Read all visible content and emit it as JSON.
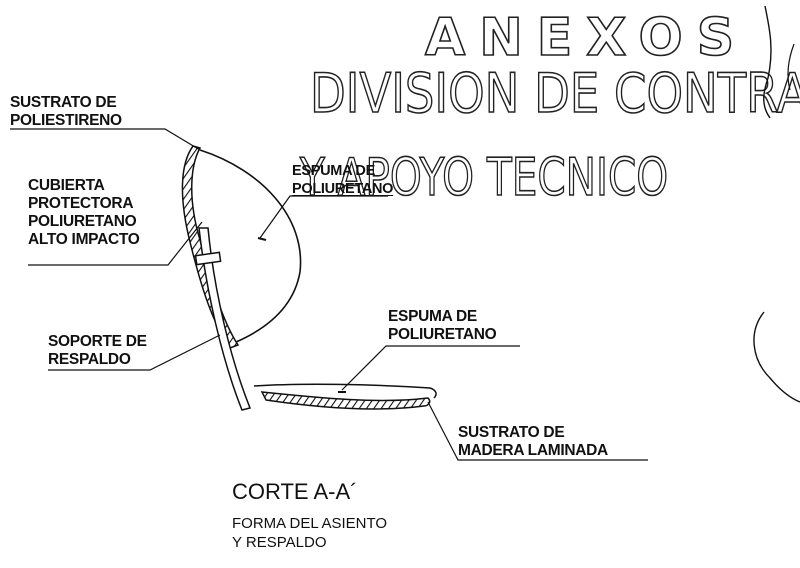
{
  "stamp": {
    "title": "ANEXOS",
    "line1": "DIVISION DE CONTRATO",
    "line2": "Y APOYO TECNICO"
  },
  "labels": {
    "sustrato_poliestireno": [
      "SUSTRATO DE",
      "POLIESTIRENO"
    ],
    "espuma_respaldo": [
      "ESPUMA DE",
      "POLIURETANO"
    ],
    "cubierta": [
      "CUBIERTA",
      "PROTECTORA",
      "POLIURETANO",
      "ALTO IMPACTO"
    ],
    "soporte": [
      "SOPORTE DE",
      "RESPALDO"
    ],
    "espuma_asiento": [
      "ESPUMA DE",
      "POLIURETANO"
    ],
    "sustrato_madera": [
      "SUSTRATO DE",
      "MADERA LAMINADA"
    ]
  },
  "caption": {
    "title": "CORTE A-A´",
    "subtitle": [
      "FORMA DEL ASIENTO",
      "Y RESPALDO"
    ]
  }
}
